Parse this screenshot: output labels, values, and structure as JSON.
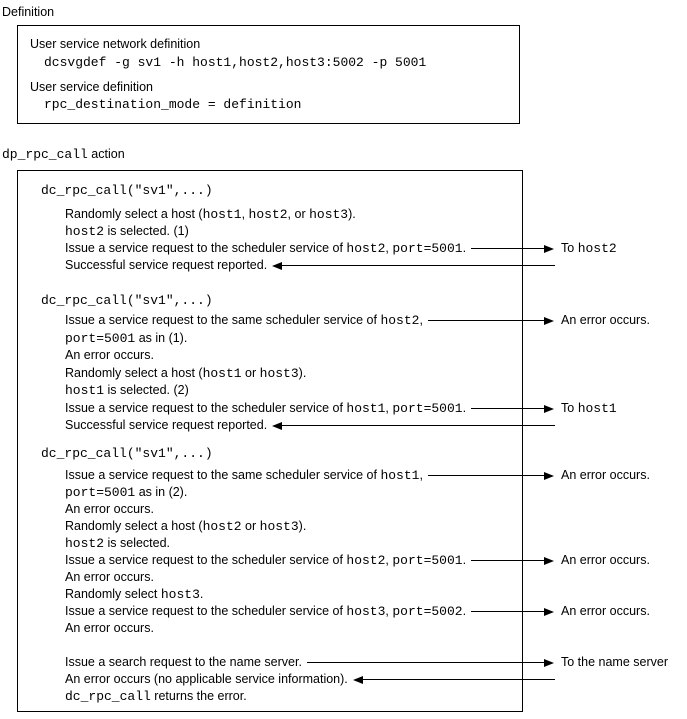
{
  "page": {
    "definition_label": "Definition",
    "action_label": {
      "code": "dp_rpc_call",
      "suffix": " action"
    }
  },
  "colors": {
    "ink": "#000000",
    "background": "#ffffff"
  },
  "definition_box": {
    "network_title": "User service network definition",
    "network_code": "dcsvgdef -g sv1 -h host1,host2,host3:5002 -p 5001",
    "service_title": "User service definition",
    "service_code": "rpc_destination_mode = definition"
  },
  "action_box": {
    "call1": {
      "header": "dc_rpc_call(\"sv1\",...)",
      "l1": [
        "Randomly select a host (",
        "host1",
        ", ",
        "host2",
        ", or ",
        "host3",
        ")."
      ],
      "l2": [
        "host2",
        " is selected. (1)"
      ],
      "l3": [
        "Issue a service request to the scheduler service of ",
        "host2",
        ", ",
        "port=5001",
        "."
      ],
      "l4": [
        "Successful service request reported."
      ]
    },
    "call2": {
      "header": "dc_rpc_call(\"sv1\",...)",
      "l1": [
        "Issue a service request to the same scheduler service of ",
        "host2",
        ","
      ],
      "l2": [
        "port=5001",
        " as in (1)."
      ],
      "l3": [
        "An error occurs."
      ],
      "l4": [
        "Randomly select a host (",
        "host1",
        " or ",
        "host3",
        ")."
      ],
      "l5": [
        "host1",
        " is selected. (2)"
      ],
      "l6": [
        "Issue a service request to the scheduler service of ",
        "host1",
        ", ",
        "port=5001",
        "."
      ],
      "l7": [
        "Successful service request reported."
      ]
    },
    "call3": {
      "header": "dc_rpc_call(\"sv1\",...)",
      "l1": [
        "Issue a service request to the same scheduler service of ",
        "host1",
        ","
      ],
      "l2": [
        "port=5001",
        " as in (2)."
      ],
      "l3": [
        "An error occurs."
      ],
      "l4": [
        "Randomly select a host (",
        "host2",
        " or ",
        "host3",
        ")."
      ],
      "l5": [
        "host2",
        " is selected."
      ],
      "l6": [
        "Issue a service request to the scheduler service of ",
        "host2",
        ", ",
        "port=5001",
        "."
      ],
      "l7": [
        "An error occurs."
      ],
      "l8": [
        "Randomly select ",
        "host3",
        "."
      ],
      "l9": [
        "Issue a service request to the scheduler service of ",
        "host3",
        ", ",
        "port=5002",
        "."
      ],
      "l10": [
        "An error occurs."
      ]
    },
    "final_block": {
      "l1": [
        "Issue a search request to the name server."
      ],
      "l2": [
        "An error occurs (no applicable service information)."
      ],
      "l3": [
        "dc_rpc_call",
        " returns the error."
      ]
    }
  },
  "arrow_labels": {
    "to_host2": {
      "prefix": "To ",
      "code": "host2"
    },
    "to_host1": {
      "prefix": "To ",
      "code": "host1"
    },
    "error1": "An error occurs.",
    "error2": "An error occurs.",
    "error3": "An error occurs.",
    "error4": "An error occurs.",
    "to_name_server": "To the name server"
  }
}
